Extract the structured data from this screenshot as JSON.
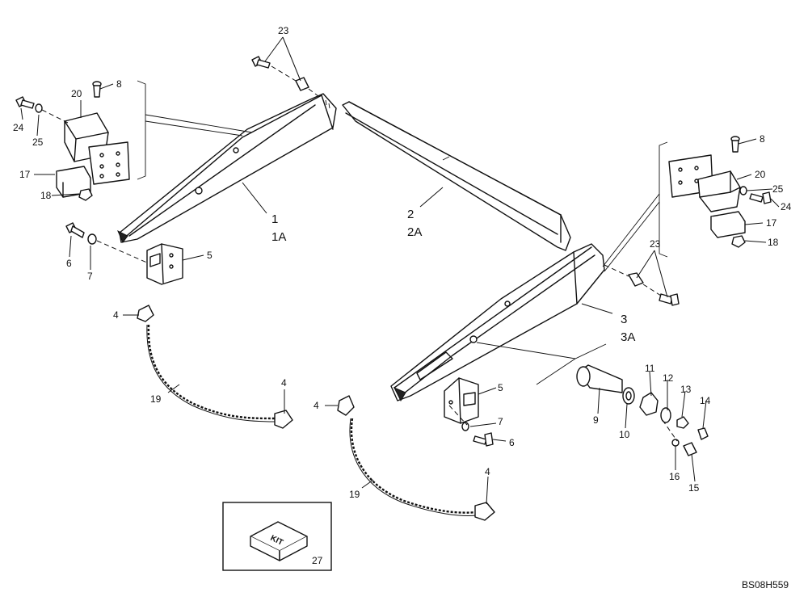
{
  "labels": {
    "l23a": "23",
    "l8a": "8",
    "l20a": "20",
    "l24a": "24",
    "l25a": "25",
    "l17a": "17",
    "l18a": "18",
    "l6a": "6",
    "l7a": "7",
    "l5a": "5",
    "l1": "1",
    "l1A": "1A",
    "l2": "2",
    "l2A": "2A",
    "l8b": "8",
    "l20b": "20",
    "l25b": "25",
    "l24b": "24",
    "l17b": "17",
    "l18b": "18",
    "l23b": "23",
    "l3": "3",
    "l3A": "3A",
    "l4a": "4",
    "l19a": "19",
    "l4b": "4",
    "l4c": "4",
    "l5b": "5",
    "l7b": "7",
    "l6b": "6",
    "l19b": "19",
    "l4d": "4",
    "l9": "9",
    "l10": "10",
    "l11": "11",
    "l12": "12",
    "l13": "13",
    "l14": "14",
    "l15": "15",
    "l16": "16",
    "l27": "27"
  },
  "kit_text": "KIT",
  "figure_code": "BS08H559"
}
